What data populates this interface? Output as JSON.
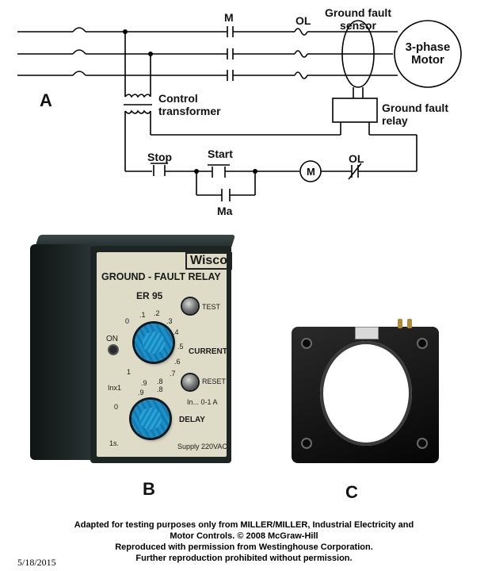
{
  "diagram": {
    "labels": {
      "A": "A",
      "M": "M",
      "OL_top": "OL",
      "ground_fault_sensor_line1": "Ground fault",
      "ground_fault_sensor_line2": "sensor",
      "motor_line1": "3-phase",
      "motor_line2": "Motor",
      "control_transformer_line1": "Control",
      "control_transformer_line2": "transformer",
      "ground_fault_relay_line1": "Ground fault",
      "ground_fault_relay_line2": "relay",
      "stop": "Stop",
      "start": "Start",
      "motor_coil": "M",
      "OL_bottom": "OL",
      "Ma": "Ma"
    }
  },
  "relay_device": {
    "brand": "Wisco",
    "title": "GROUND - FAULT RELAY",
    "model": "ER 95",
    "test": "TEST",
    "on": "ON",
    "current": "CURRENT",
    "reset": "RESET",
    "inx1": "Inx1",
    "range": "In... 0-1 A",
    "delay": "DELAY",
    "seconds": "1s.",
    "supply": "Supply 220VAC",
    "current_dial": [
      "0",
      ".1",
      ".2",
      ".3",
      ".4",
      ".5",
      ".6",
      ".7",
      ".8",
      ".9",
      "1"
    ],
    "delay_dial": [
      "0",
      ".9",
      ".8"
    ]
  },
  "panel_labels": {
    "B": "B",
    "C": "C"
  },
  "credit": {
    "line1": "Adapted for testing purposes only from MILLER/MILLER, Industrial Electricity and",
    "line2": "Motor Controls. © 2008 McGraw-Hill",
    "line3": "Reproduced with permission from Westinghouse Corporation.",
    "line4": "Further reproduction prohibited without permission."
  },
  "date": "5/18/2015"
}
